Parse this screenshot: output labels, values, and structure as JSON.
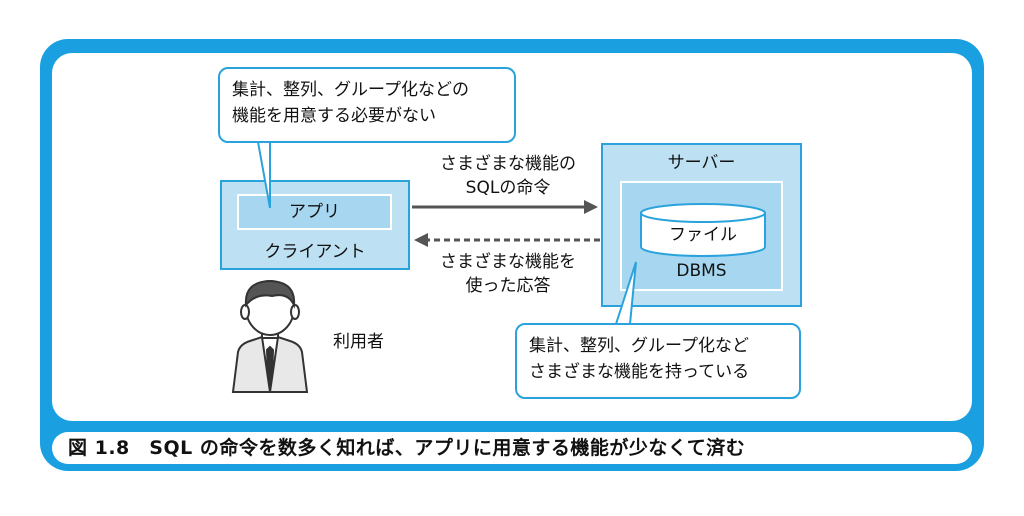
{
  "callout_top": {
    "line1": "集計、整列、グループ化などの",
    "line2": "機能を用意する必要がない"
  },
  "callout_bottom": {
    "line1": "集計、整列、グループ化など",
    "line2": "さまざまな機能を持っている"
  },
  "client": {
    "app_label": "アプリ",
    "label": "クライアント"
  },
  "server": {
    "label": "サーバー",
    "dbms_label": "DBMS",
    "file_label": "ファイル"
  },
  "request": {
    "line1": "さまざまな機能の",
    "line2": "SQLの命令"
  },
  "response": {
    "line1": "さまざまな機能を",
    "line2": "使った応答"
  },
  "user": {
    "label": "利用者"
  },
  "caption": "図 1.8　SQL の命令を数多く知れば、アプリに用意する機能が少なくて済む",
  "colors": {
    "frame": "#1aa0e0",
    "box_fill": "#bde0f2",
    "box_border": "#2aa3dd",
    "arrow": "#555555"
  }
}
